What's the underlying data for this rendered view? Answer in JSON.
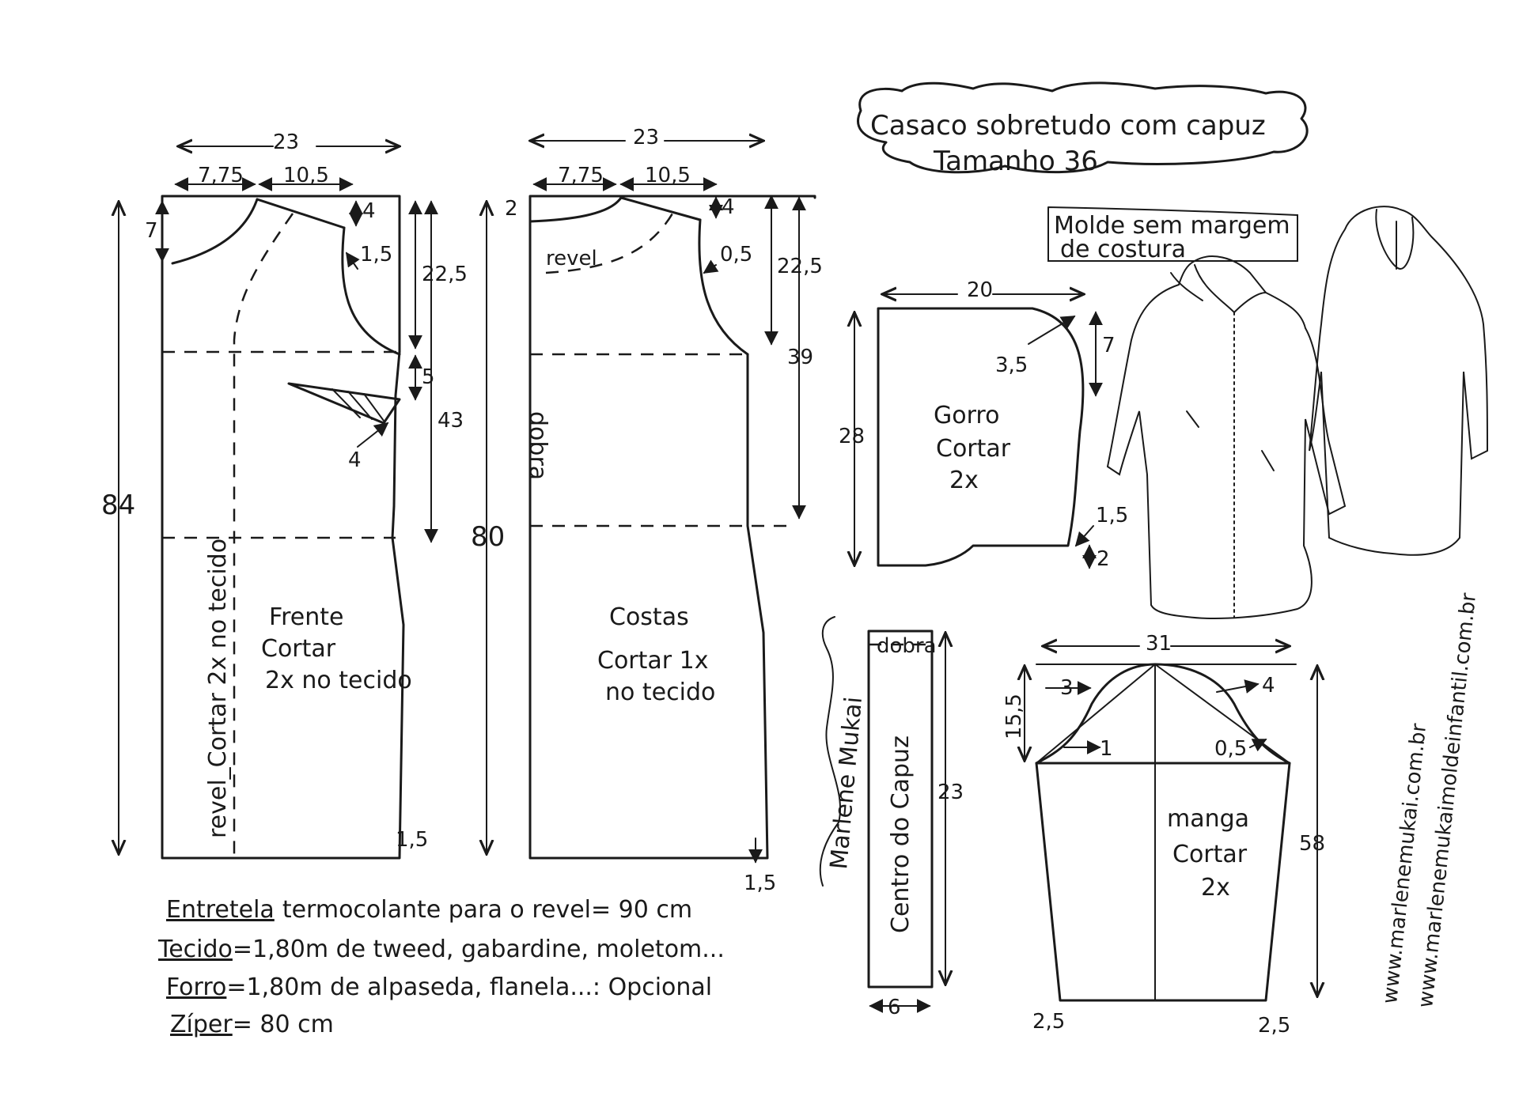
{
  "title": {
    "line1": "Casaco sobretudo com capuz",
    "line2": "Tamanho 36"
  },
  "note_seam": {
    "line1": "Molde sem margem",
    "line2": "de costura"
  },
  "front": {
    "width": "23",
    "neck": "7,75",
    "shoulder": "10,5",
    "neck_drop": "7",
    "shoulder_drop": "4",
    "armhole_depth": "22,5",
    "armhole_curve": "1,5",
    "dart_gap": "5",
    "dart_len": "4",
    "waist": "43",
    "length": "84",
    "hem": "1,5",
    "fold_note": "revel_Cortar 2x no tecido",
    "label1": "Frente",
    "label2": "Cortar",
    "label3": "2x no tecido"
  },
  "back": {
    "width": "23",
    "neck": "7,75",
    "shoulder": "10,5",
    "neck_drop": "2",
    "shoulder_drop": "4",
    "facing": "revel",
    "armhole_curve": "0,5",
    "armhole_depth": "22,5",
    "waist": "39",
    "fold": "dobra",
    "length": "80",
    "hem": "1,5",
    "label1": "Costas",
    "label2": "Cortar 1x",
    "label3": "no tecido"
  },
  "hood": {
    "width": "20",
    "height": "28",
    "curve": "3,5",
    "top_drop": "7",
    "corner": "1,5",
    "bottom": "2",
    "label1": "Gorro",
    "label2": "Cortar",
    "label3": "2x"
  },
  "hood_center": {
    "fold": "dobra",
    "label": "Centro do Capuz",
    "length": "23",
    "width": "6"
  },
  "sleeve": {
    "width": "31",
    "cap_height": "15,5",
    "left_offset": "3",
    "right_offset": "4",
    "left_curve": "1",
    "right_curve": "0,5",
    "length": "58",
    "hem_left": "2,5",
    "hem_right": "2,5",
    "label1": "manga",
    "label2": "Cortar",
    "label3": "2x"
  },
  "materials": [
    {
      "key": "Entretela",
      "text": "termocolante para o revel= 90 cm"
    },
    {
      "key": "Tecido",
      "text": "=1,80m   de  tweed, gabardine, moletom..."
    },
    {
      "key": "Forro",
      "text": "=1,80m   de  alpaseda, flanela...: Opcional"
    },
    {
      "key": "Zíper",
      "text": "= 80 cm"
    }
  ],
  "signature": "Marlene Mukai",
  "websites": [
    "www.marlenemukai.com.br",
    "www.marlenemukaimoldeinfantil.com.br"
  ]
}
